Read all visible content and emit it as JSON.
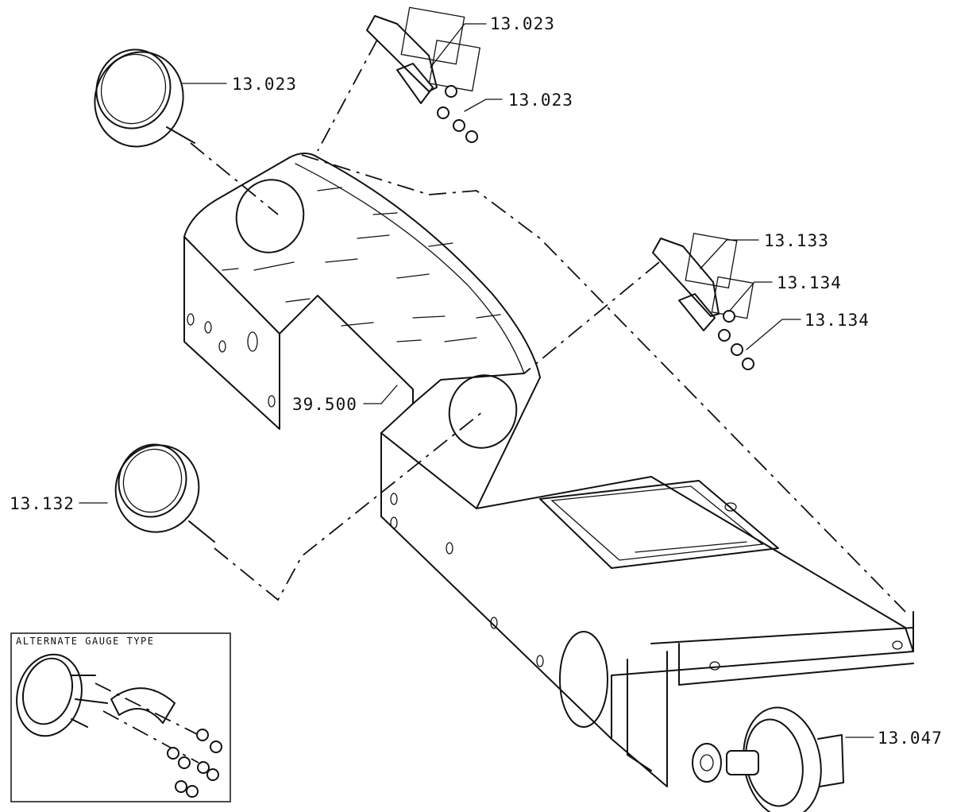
{
  "diagram": {
    "callouts": {
      "gauge_top": "13.023",
      "bracket_top": "13.023",
      "nuts_top": "13.023",
      "bracket_right": "13.133",
      "washer_right": "13.134",
      "nuts_right": "13.134",
      "panel": "39.500",
      "gauge_left": "13.132",
      "switch": "13.047"
    },
    "inset": {
      "title": "ALTERNATE GAUGE TYPE"
    }
  }
}
